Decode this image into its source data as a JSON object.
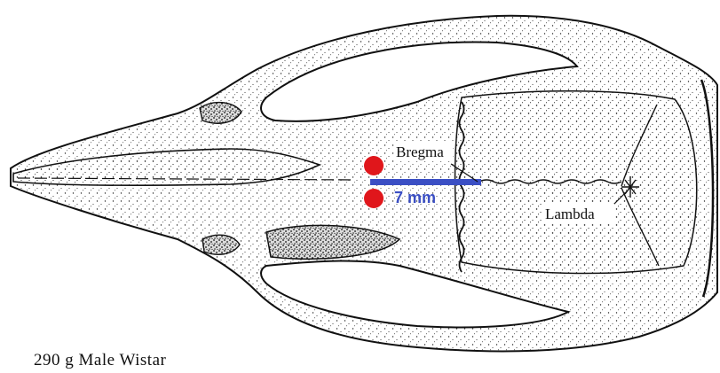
{
  "figure": {
    "labels": {
      "bregma": "Bregma",
      "lambda": "Lambda",
      "distance": "7 mm"
    },
    "caption": "290 g Male Wistar"
  },
  "colors": {
    "marker": "#e0161b",
    "measure_bar": "#3b4fc4",
    "line_art": "#111111"
  }
}
